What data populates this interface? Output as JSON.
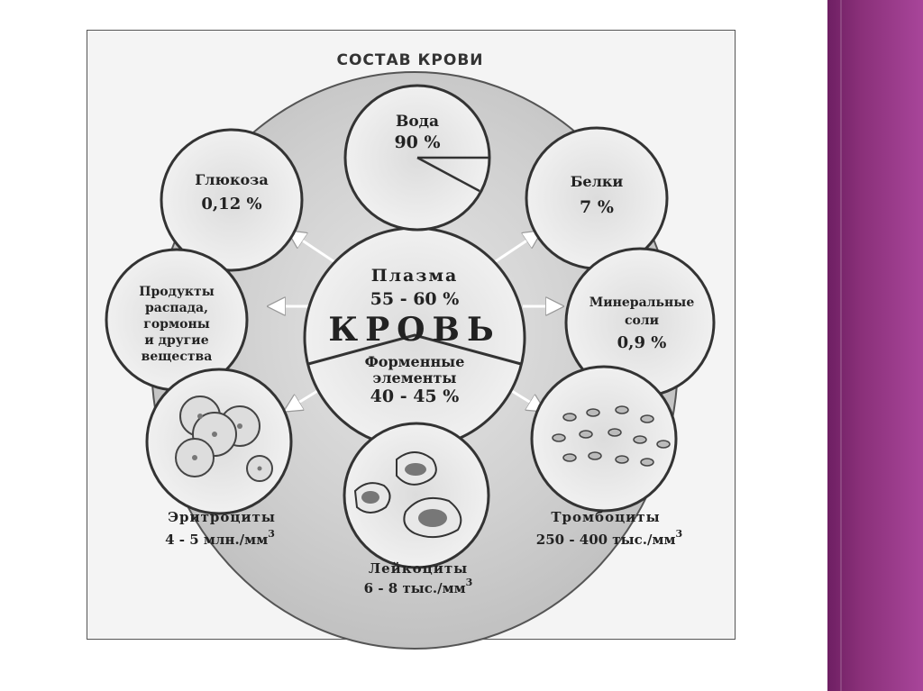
{
  "title": "СОСТАВ КРОВИ",
  "center": {
    "top_label": "Плазма",
    "top_value": "55 - 60 %",
    "main": "КРОВЬ",
    "bottom_line1": "Форменные",
    "bottom_line2": "элементы",
    "bottom_value": "40 - 45 %"
  },
  "water": {
    "label": "Вода",
    "value": "90 %"
  },
  "glucose": {
    "label": "Глюкоза",
    "value": "0,12 %"
  },
  "proteins": {
    "label": "Белки",
    "value": "7 %"
  },
  "products": {
    "lines": [
      "Продукты",
      "распада,",
      "гормоны",
      "и другие",
      "вещества"
    ]
  },
  "minerals": {
    "line1": "Минеральные",
    "line2": "соли",
    "value": "0,9 %"
  },
  "erythrocytes": {
    "label": "Эритроциты",
    "value": "4 - 5 млн./мм",
    "sup": "3"
  },
  "leukocytes": {
    "label": "Лейкоциты",
    "value": "6 - 8 тыс./мм",
    "sup": "3"
  },
  "platelets": {
    "label": "Тромбоциты",
    "value": "250 - 400 тыс./мм",
    "sup": "3"
  },
  "colors": {
    "side_band": "#8a3079",
    "ink": "#222222",
    "oval": "#c9c9c9"
  }
}
